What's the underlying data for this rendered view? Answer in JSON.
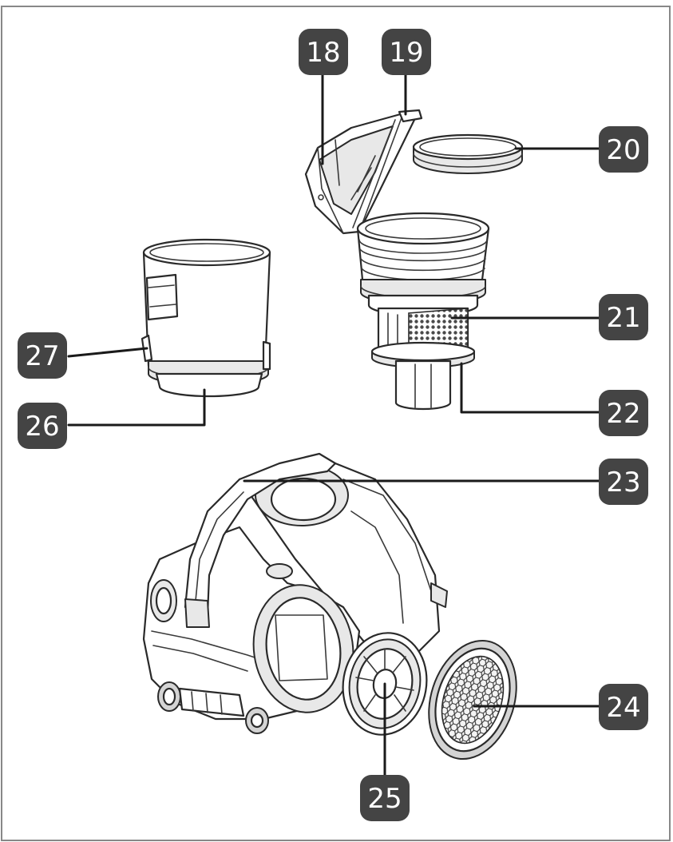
{
  "callouts": [
    {
      "id": "c18",
      "label": "18"
    },
    {
      "id": "c19",
      "label": "19"
    },
    {
      "id": "c20",
      "label": "20"
    },
    {
      "id": "c21",
      "label": "21"
    },
    {
      "id": "c22",
      "label": "22"
    },
    {
      "id": "c23",
      "label": "23"
    },
    {
      "id": "c24",
      "label": "24"
    },
    {
      "id": "c25",
      "label": "25"
    },
    {
      "id": "c26",
      "label": "26"
    },
    {
      "id": "c27",
      "label": "27"
    }
  ],
  "colors": {
    "badge_fill": "#444444",
    "frame": "#888888",
    "leader_line": "#1a1a1a"
  }
}
